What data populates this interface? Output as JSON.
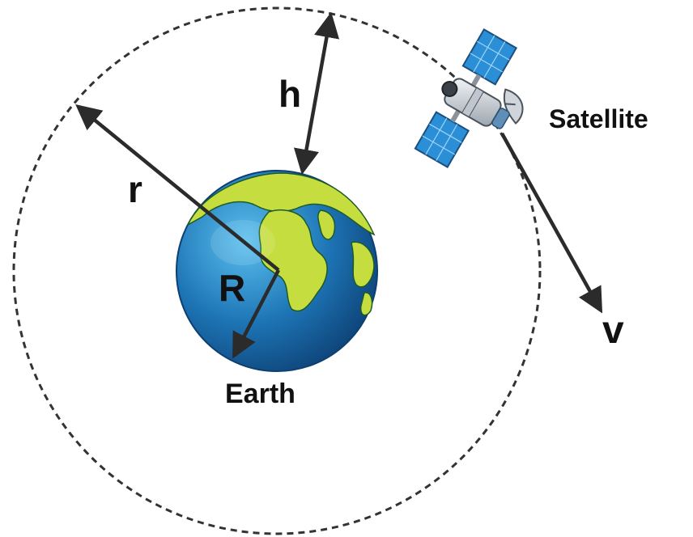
{
  "labels": {
    "orbital_radius": "r",
    "altitude": "h",
    "earth_radius": "R",
    "velocity": "v",
    "satellite": "Satellite",
    "earth": "Earth"
  },
  "colors": {
    "ocean": "#1d74b5",
    "ocean_light": "#5bc0ee",
    "land": "#c5dd3f",
    "arrow": "#2b2b2b",
    "orbit": "#333333",
    "panel": "#2a8fd6",
    "satellite_body": "#d9dde3"
  },
  "icons": {
    "earth": "earth-globe-icon",
    "satellite": "satellite-icon"
  }
}
